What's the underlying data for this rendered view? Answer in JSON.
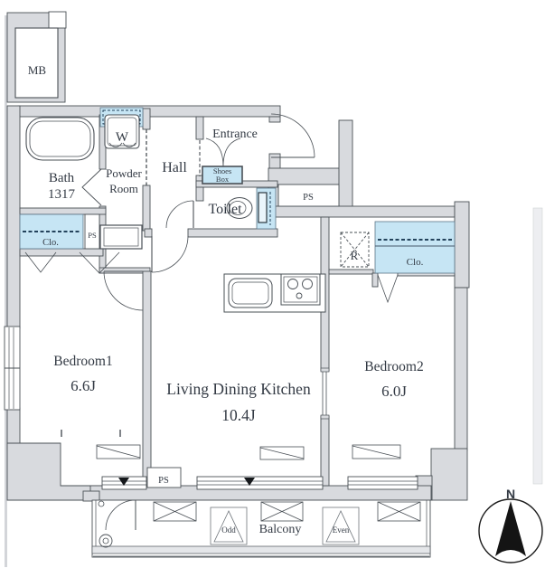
{
  "colors": {
    "wall_fill": "#d8dade",
    "fixture_blue": "#c6e5f4",
    "line": "#4a5056",
    "text": "#333a44",
    "navy_dash": "#24435c"
  },
  "labels": {
    "meter_box": "MB",
    "bath": "Bath",
    "bath_size": "1317",
    "powder_room_line1": "Powder",
    "powder_room_line2": "Room",
    "washer": "W",
    "hall": "Hall",
    "entrance": "Entrance",
    "shoes_box_line1": "Shoes",
    "shoes_box_line2": "Box",
    "toilet": "Toilet",
    "pipe_space_entrance": "PS",
    "pipe_space_left": "PS",
    "pipe_space_balcony": "PS",
    "closet_left": "Clo.",
    "closet_right": "Clo.",
    "refrigerator": "R",
    "bedroom1": "Bedroom1",
    "bedroom1_size": "6.6J",
    "living": "Living Dining Kitchen",
    "living_size": "10.4J",
    "bedroom2": "Bedroom2",
    "bedroom2_size": "6.0J",
    "balcony": "Balcony",
    "hatch_odd": "Odd",
    "hatch_even": "Even",
    "compass_north": "N"
  }
}
